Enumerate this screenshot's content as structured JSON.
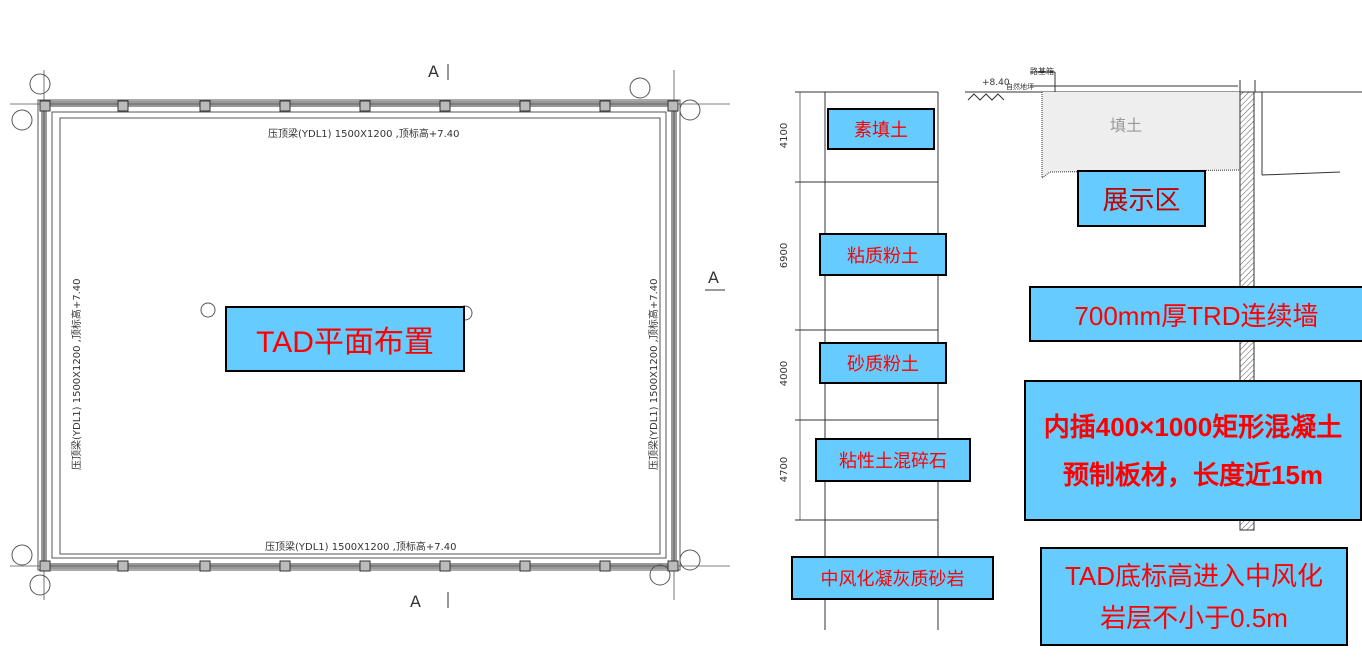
{
  "plan": {
    "title": "TAD平面布置",
    "beam_label": "压顶梁(YDL1) 1500X1200 ,顶标高+7.40",
    "section_mark": "A"
  },
  "section": {
    "layers": [
      {
        "name": "素填土",
        "thickness": "4100"
      },
      {
        "name": "粘质粉土",
        "thickness": "6900"
      },
      {
        "name": "砂质粉土",
        "thickness": "4000"
      },
      {
        "name": "粘性土混碎石",
        "thickness": "4700"
      },
      {
        "name": "中风化凝灰质砂岩",
        "thickness": ""
      }
    ],
    "elevation": "+8.40",
    "ground_label": "自然地坪",
    "roadbox_label": "路基箱",
    "fill_label": "填土",
    "display_area": "展示区",
    "wall_note": "700mm厚TRD连续墙",
    "insert_note": "内插400×1000矩形混凝土预制板材，长度近15m",
    "bottom_note": "TAD底标高进入中风化岩层不小于0.5m"
  }
}
